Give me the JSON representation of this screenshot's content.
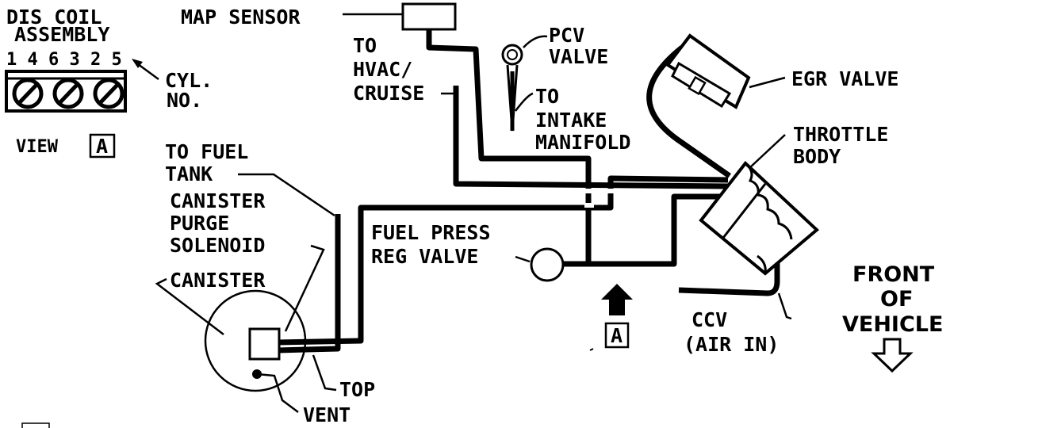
{
  "labels": {
    "dis_coil_line1": "DIS COIL",
    "dis_coil_line2": "ASSEMBLY",
    "cylinder_numbers": "1 4 6 3 2 5",
    "cyl_no_line1": "CYL.",
    "cyl_no_line2": "NO.",
    "view": "VIEW",
    "view_letter": "A",
    "map_sensor": "MAP SENSOR",
    "to_hvac_line1": "TO",
    "to_hvac_line2": "HVAC/",
    "to_hvac_line3": "CRUISE",
    "pcv_line1": "PCV",
    "pcv_line2": "VALVE",
    "to_intake_line1": "TO",
    "to_intake_line2": "INTAKE",
    "to_intake_line3": "MANIFOLD",
    "egr_valve": "EGR VALVE",
    "throttle_line1": "THROTTLE",
    "throttle_line2": "BODY",
    "to_fuel_line1": "TO FUEL",
    "to_fuel_line2": "TANK",
    "canister_purge_line1": "CANISTER",
    "canister_purge_line2": "PURGE",
    "canister_purge_line3": "SOLENOID",
    "canister": "CANISTER",
    "fuel_press_line1": "FUEL PRESS",
    "fuel_press_line2": "REG VALVE",
    "arrow_letter": "A",
    "ccv_line1": "CCV",
    "ccv_line2": "(AIR IN)",
    "front_line1": "FRONT",
    "front_line2": "OF",
    "front_line3": "VEHICLE",
    "top": "TOP",
    "vent": "VENT"
  }
}
